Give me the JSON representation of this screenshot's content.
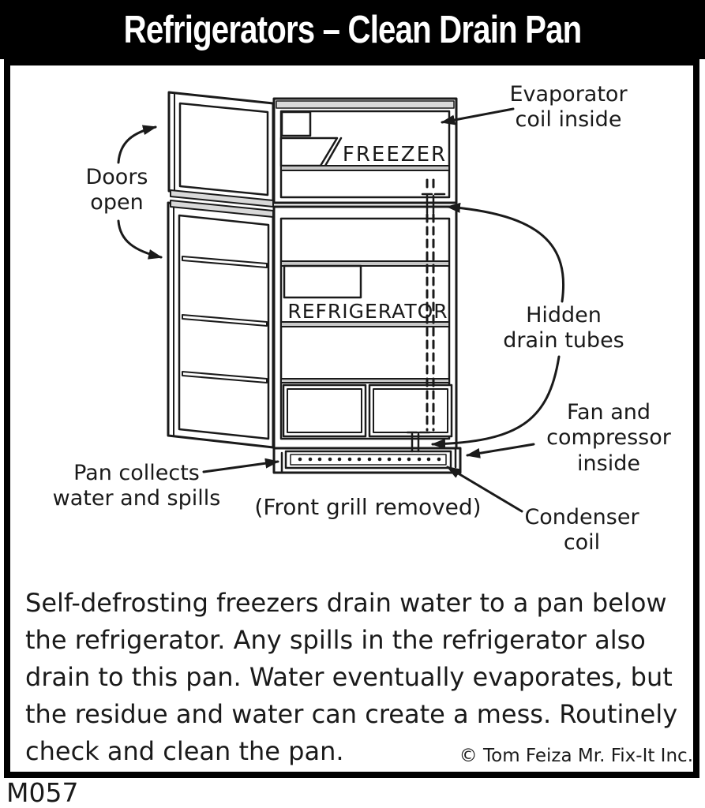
{
  "title": "Refrigerators – Clean Drain Pan",
  "diagram": {
    "compartments": {
      "freezer": "FREEZER",
      "refrigerator": "REFRIGERATOR"
    },
    "labels": {
      "evaporator": {
        "line1": "Evaporator",
        "line2": "coil inside"
      },
      "doors": {
        "line1": "Doors",
        "line2": "open"
      },
      "hidden": {
        "line1": "Hidden",
        "line2": "drain tubes"
      },
      "fan": {
        "line1": "Fan and",
        "line2": "compressor",
        "line3": "inside"
      },
      "pan": {
        "line1": "Pan collects",
        "line2": "water and spills"
      },
      "front_grill": "(Front grill removed)",
      "condenser": {
        "line1": "Condenser",
        "line2": "coil"
      }
    }
  },
  "body": {
    "lines": [
      "Self-defrosting freezers drain water to a pan below",
      "the refrigerator. Any spills in the refrigerator also",
      "drain to this pan. Water eventually evaporates, but",
      "the residue and water can create a mess. Routinely",
      "check and clean the pan."
    ]
  },
  "copyright": "© Tom Feiza Mr. Fix-It Inc.",
  "code": "M057",
  "colors": {
    "ink": "#1a1a1a",
    "shade": "#d9d9d9",
    "background": "#ffffff",
    "title_bg": "#000000",
    "title_fg": "#ffffff"
  }
}
